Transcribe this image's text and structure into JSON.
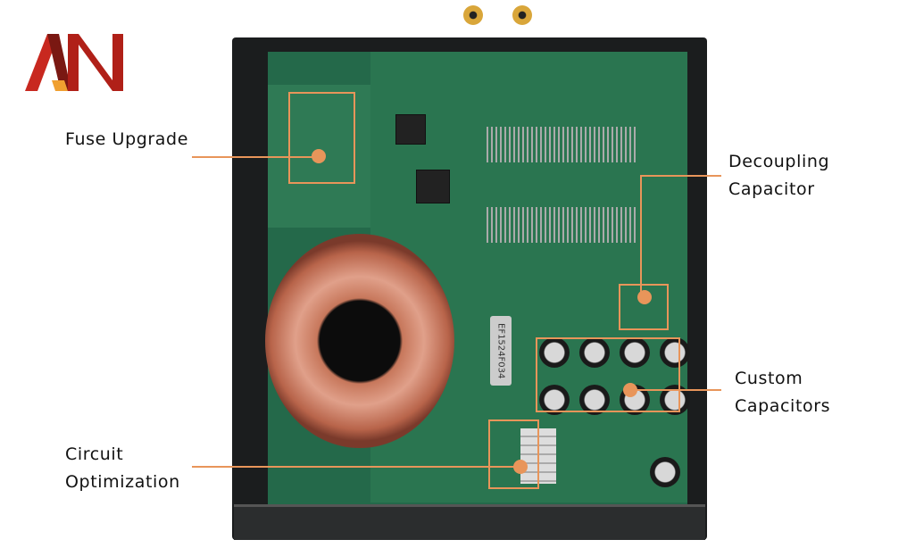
{
  "logo": {
    "text": "AN",
    "colors": [
      "#d8302a",
      "#6e1410",
      "#f2b23a"
    ]
  },
  "board_label": "EF1524F034",
  "annotations": [
    {
      "id": "fuse",
      "label": "Fuse Upgrade"
    },
    {
      "id": "decoupling",
      "label_line1": "Decoupling",
      "label_line2": "Capacitor"
    },
    {
      "id": "custom",
      "label_line1": "Custom",
      "label_line2": "Capacitors"
    },
    {
      "id": "circuit",
      "label_line1": "Circuit",
      "label_line2": "Optimization"
    }
  ],
  "accent_color": "#e8955a"
}
